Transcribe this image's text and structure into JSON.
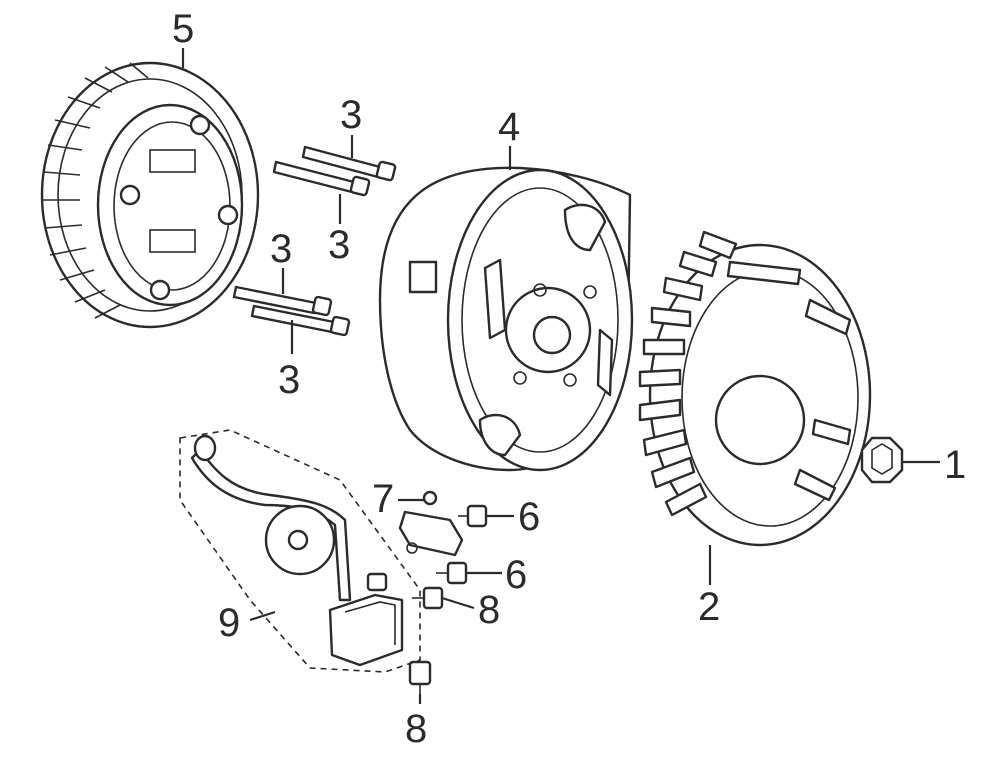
{
  "callouts": {
    "c1": "1",
    "c2": "2",
    "c3a": "3",
    "c3b": "3",
    "c3c": "3",
    "c3d": "3",
    "c4": "4",
    "c5": "5",
    "c6a": "6",
    "c6b": "6",
    "c7": "7",
    "c8a": "8",
    "c8b": "8",
    "c9": "9"
  },
  "colors": {
    "line": "#2b2b2b",
    "background": "#ffffff"
  }
}
